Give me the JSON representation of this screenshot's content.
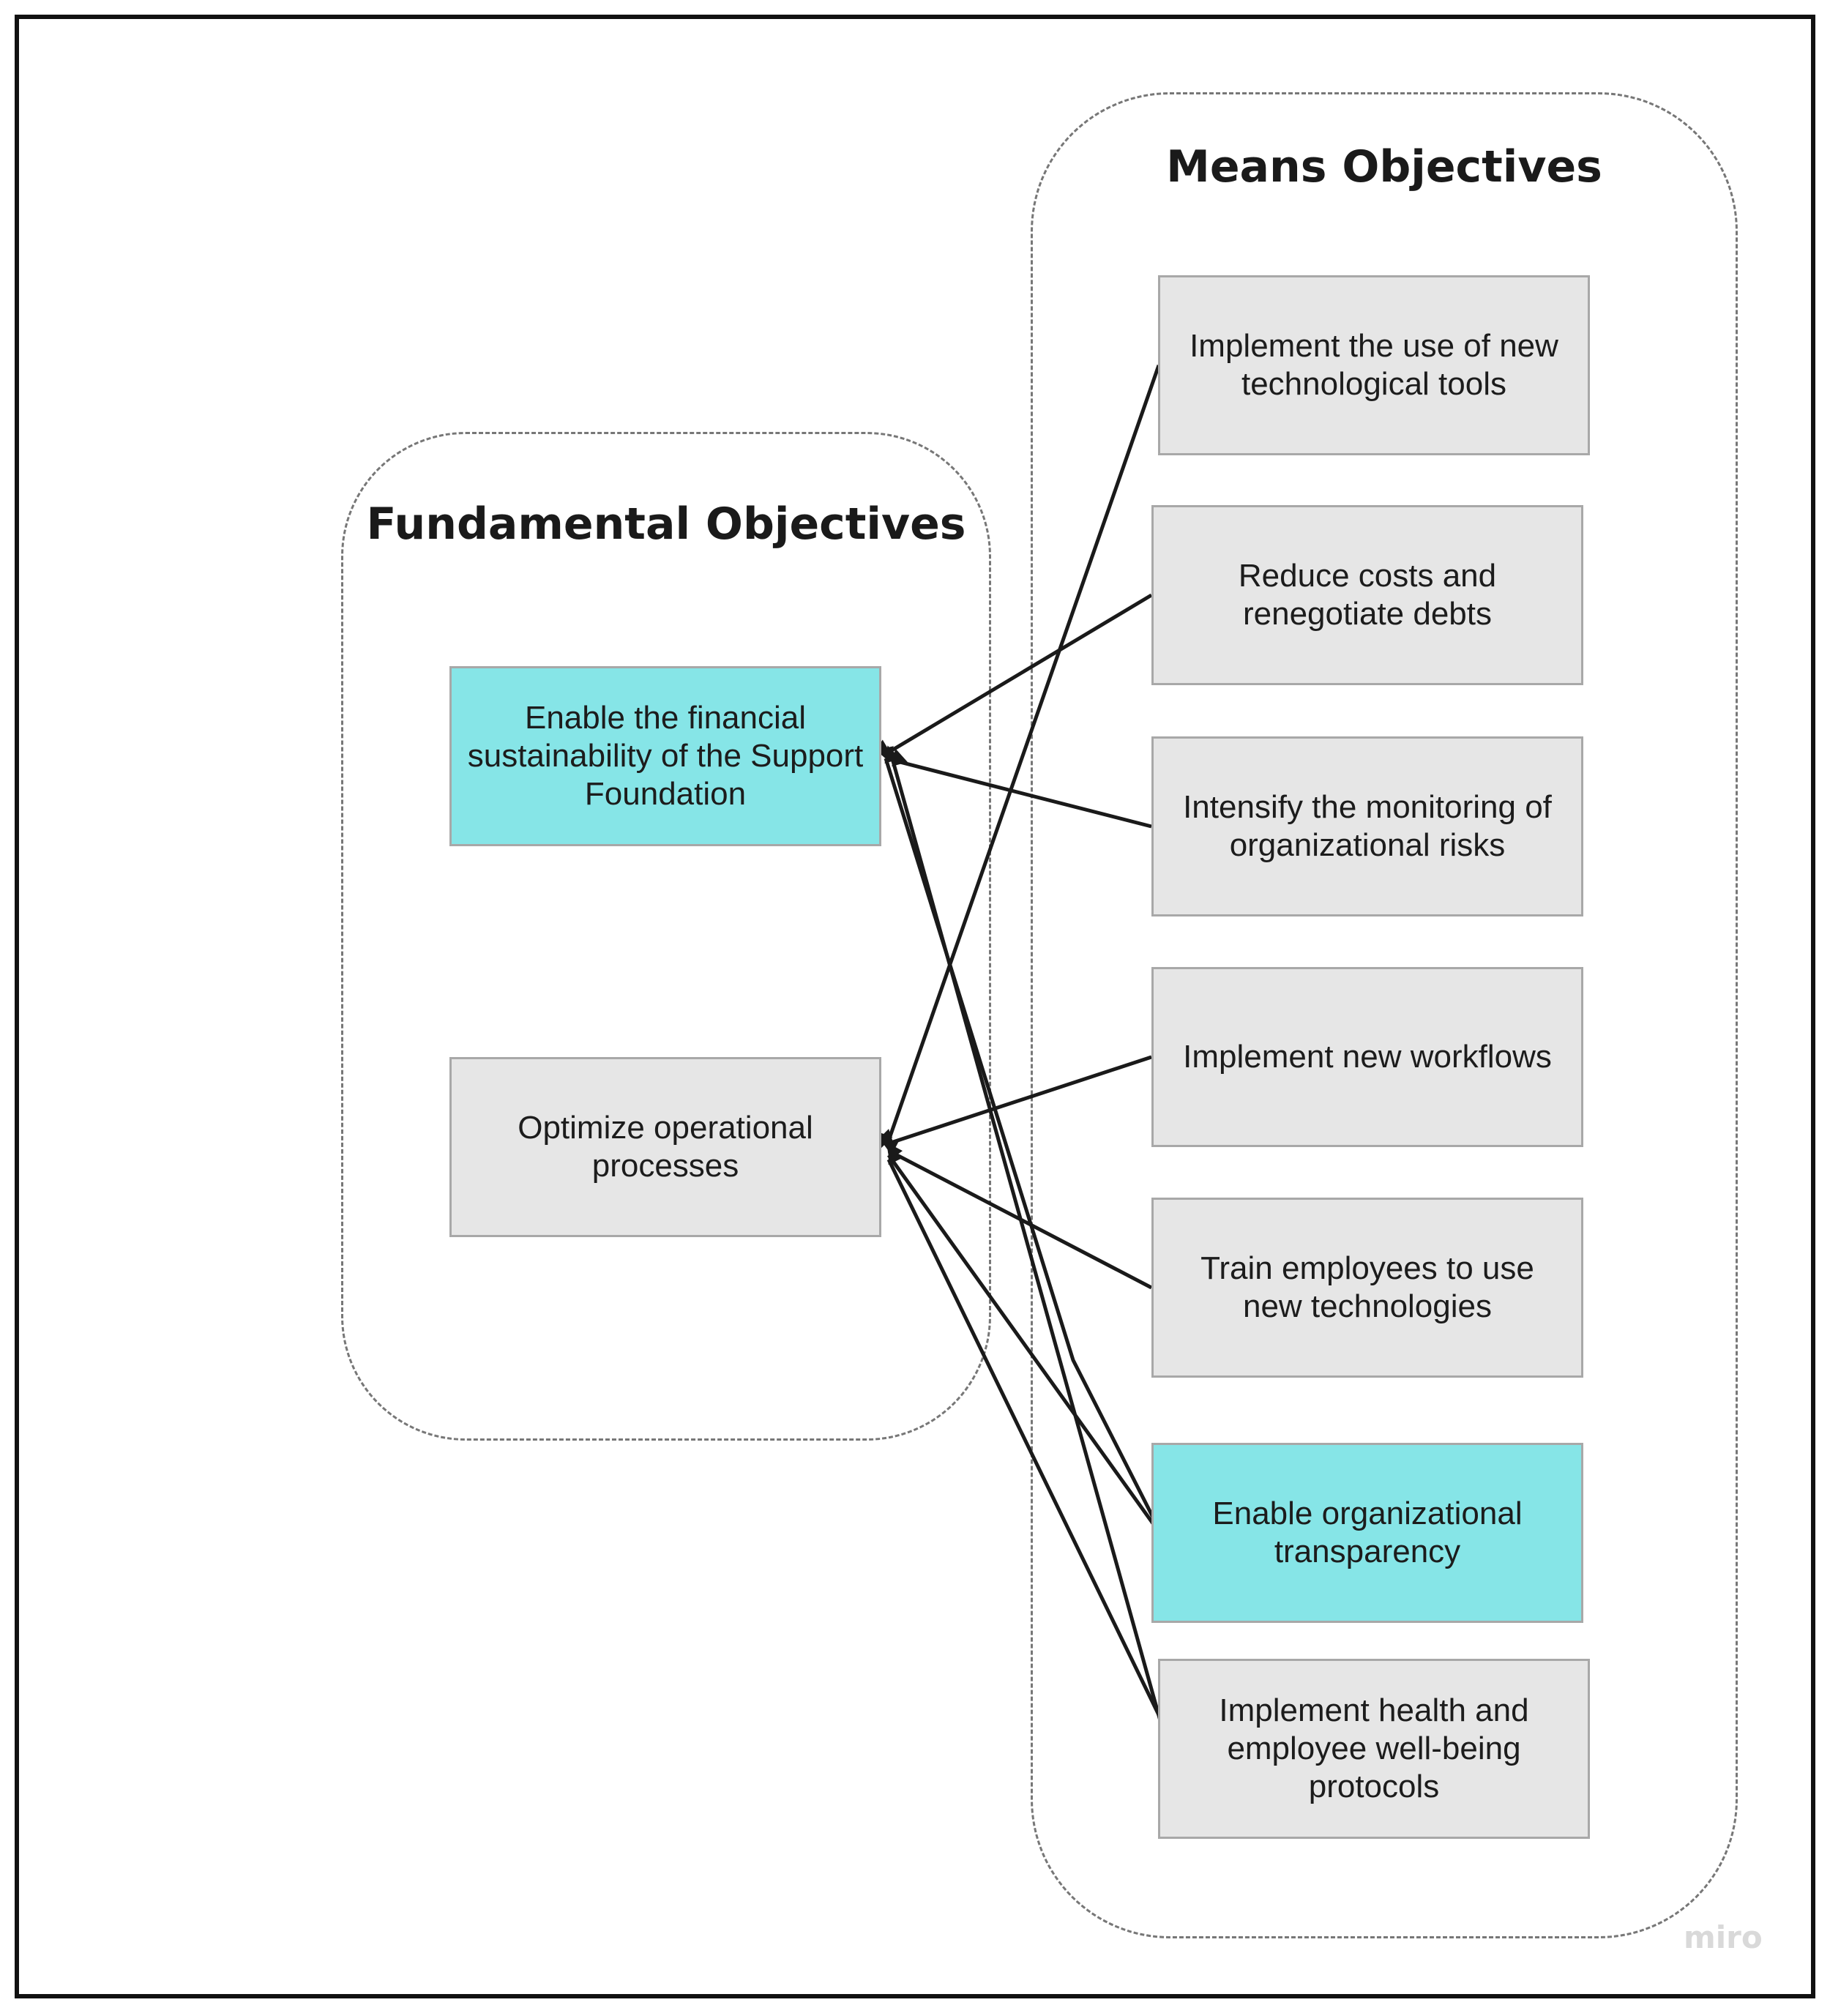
{
  "groups": {
    "fundamental": {
      "title": "Fundamental Objectives"
    },
    "means": {
      "title": "Means Objectives"
    }
  },
  "fundamental_objectives": [
    {
      "id": "f1",
      "label": "Enable the financial sustainability of the Support Foundation",
      "fill": "#86e5e7"
    },
    {
      "id": "f2",
      "label": "Optimize operational processes",
      "fill": "#e6e6e6"
    }
  ],
  "means_objectives": [
    {
      "id": "m1",
      "label": "Implement the use of new technological tools",
      "fill": "#e6e6e6"
    },
    {
      "id": "m2",
      "label": "Reduce costs and renegotiate debts",
      "fill": "#e6e6e6"
    },
    {
      "id": "m3",
      "label": "Intensify the monitoring of organizational risks",
      "fill": "#e6e6e6"
    },
    {
      "id": "m4",
      "label": "Implement new workflows",
      "fill": "#e6e6e6"
    },
    {
      "id": "m5",
      "label": "Train employees to use new technologies",
      "fill": "#e6e6e6"
    },
    {
      "id": "m6",
      "label": "Enable organizational transparency",
      "fill": "#86e5e7"
    },
    {
      "id": "m7",
      "label": "Implement health and employee well-being protocols",
      "fill": "#e6e6e6"
    }
  ],
  "edges": [
    {
      "from": "m1",
      "to": "f2"
    },
    {
      "from": "m2",
      "to": "f1"
    },
    {
      "from": "m3",
      "to": "f1"
    },
    {
      "from": "m4",
      "to": "f2"
    },
    {
      "from": "m5",
      "to": "f2"
    },
    {
      "from": "m6",
      "to": "f1"
    },
    {
      "from": "m6",
      "to": "f2"
    },
    {
      "from": "m7",
      "to": "f1"
    },
    {
      "from": "m7",
      "to": "f2"
    }
  ],
  "watermark": "miro",
  "colors": {
    "highlight": "#86e5e7",
    "neutral": "#e6e6e6",
    "edge": "#1a1a1a"
  }
}
